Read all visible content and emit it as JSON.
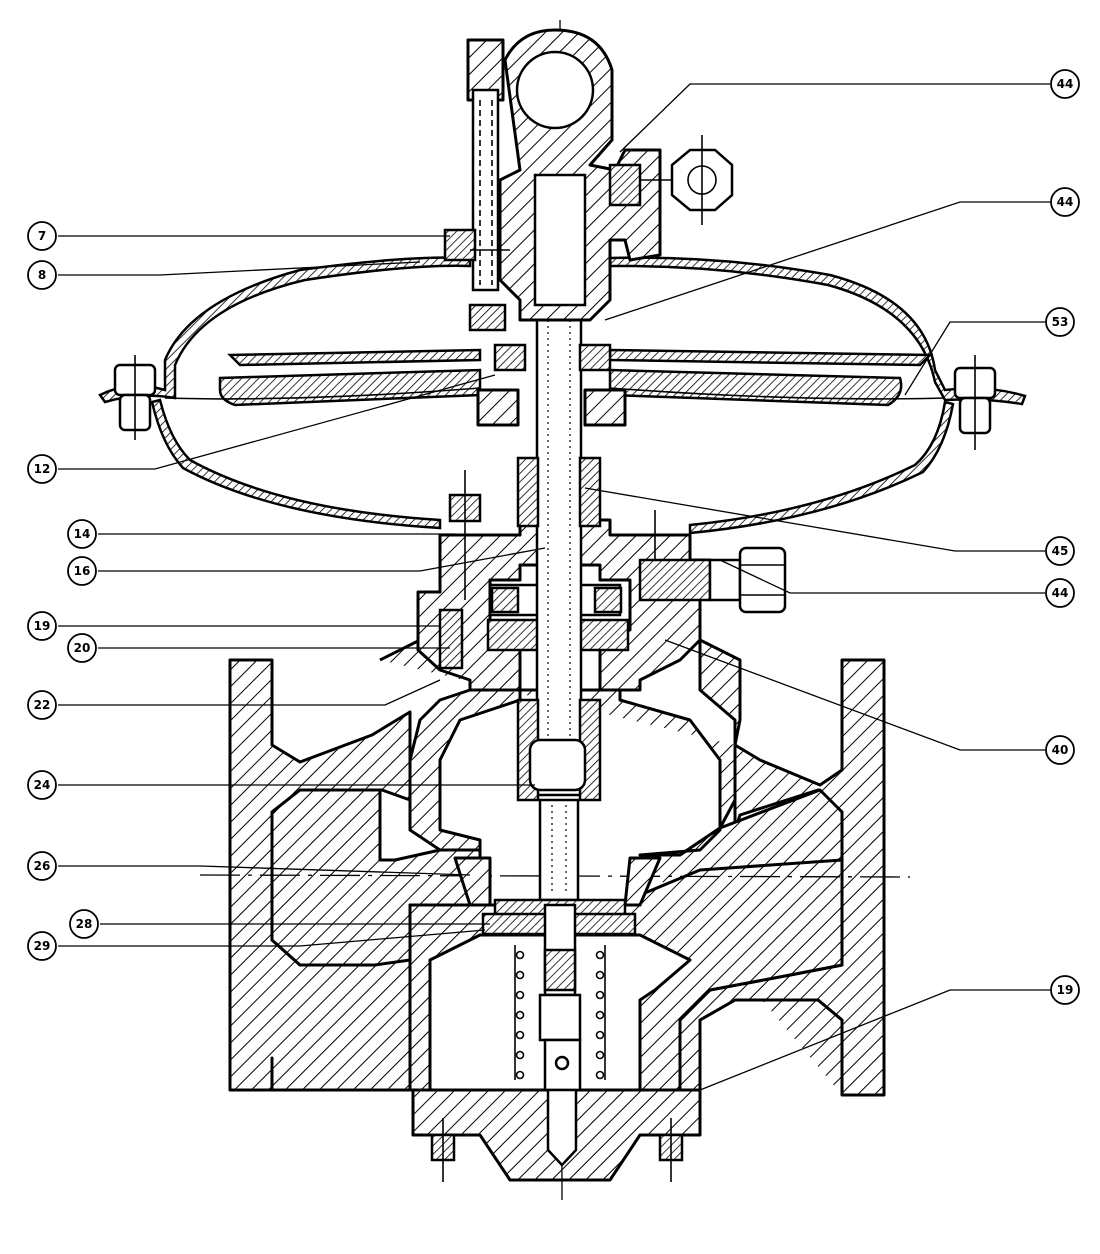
{
  "callouts": [
    {
      "id": "c-44a",
      "label": "44"
    },
    {
      "id": "c-44b",
      "label": "44"
    },
    {
      "id": "c-53",
      "label": "53"
    },
    {
      "id": "c-45",
      "label": "45"
    },
    {
      "id": "c-44c",
      "label": "44"
    },
    {
      "id": "c-40",
      "label": "40"
    },
    {
      "id": "c-19r",
      "label": "19"
    },
    {
      "id": "c-7",
      "label": "7"
    },
    {
      "id": "c-8",
      "label": "8"
    },
    {
      "id": "c-12",
      "label": "12"
    },
    {
      "id": "c-14",
      "label": "14"
    },
    {
      "id": "c-16",
      "label": "16"
    },
    {
      "id": "c-19l",
      "label": "19"
    },
    {
      "id": "c-20",
      "label": "20"
    },
    {
      "id": "c-22",
      "label": "22"
    },
    {
      "id": "c-24",
      "label": "24"
    },
    {
      "id": "c-26",
      "label": "26"
    },
    {
      "id": "c-28",
      "label": "28"
    },
    {
      "id": "c-29",
      "label": "29"
    }
  ]
}
